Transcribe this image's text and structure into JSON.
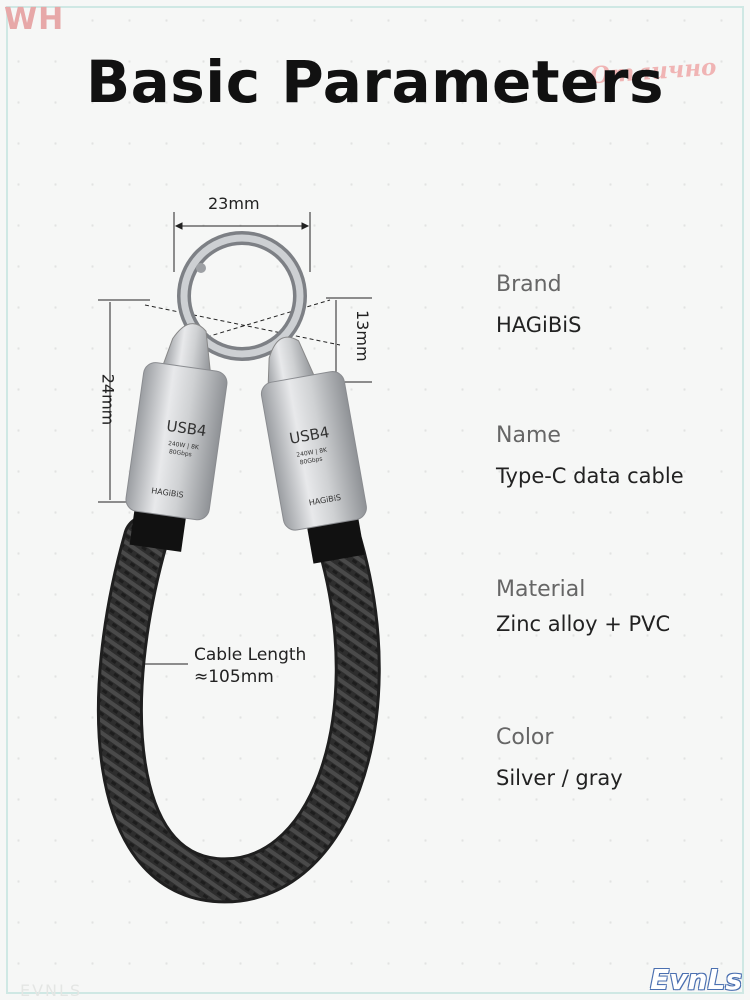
{
  "watermarks": {
    "top_left": "WH",
    "top_right": "Отлично",
    "bottom_right": "EvnLs",
    "bottom_left": "EVNLS"
  },
  "title": "Basic Parameters",
  "dimensions": {
    "width": "23mm",
    "ring_height": "13mm",
    "head_length": "24mm",
    "cable_length_label": "Cable Length",
    "cable_length_value": "≈105mm"
  },
  "connector": {
    "standard": "USB4",
    "specs_line1": "240W | 8K",
    "specs_line2": "80Gbps",
    "brand_mark": "HAGiBiS"
  },
  "specs": [
    {
      "label": "Brand",
      "value": "HAGiBiS"
    },
    {
      "label": "Name",
      "value": "Type-C data cable"
    },
    {
      "label": "Material",
      "value": "Zinc alloy + PVC"
    },
    {
      "label": "Color",
      "value": "Silver / gray"
    }
  ],
  "colors": {
    "background": "#f6f7f6",
    "metal": "#c7c9cb",
    "cable": "#2b2b2b"
  }
}
